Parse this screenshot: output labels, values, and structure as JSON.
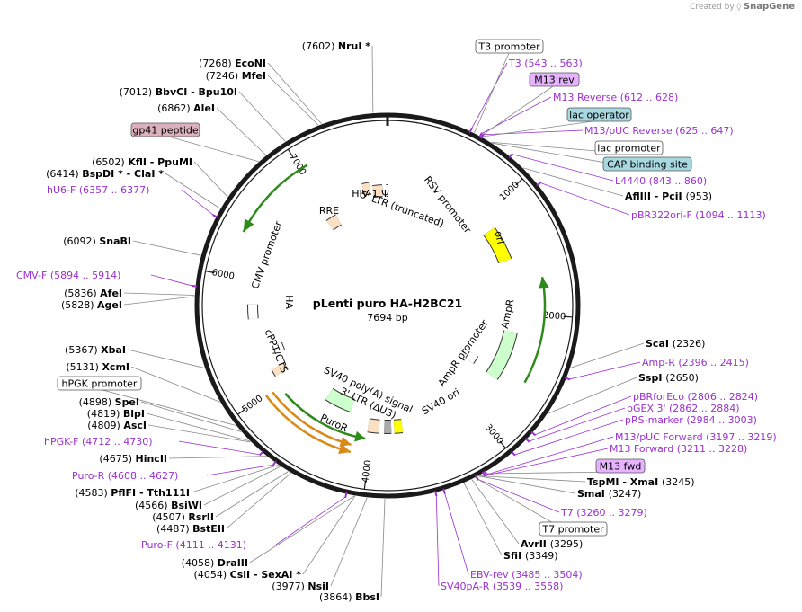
{
  "credit": {
    "prefix": "Created by",
    "brand": "SnapGene"
  },
  "plasmid": {
    "name": "pLenti puro HA-H2BC21",
    "size": "7694 bp"
  },
  "colors": {
    "enzyme": "#000000",
    "primer": "#9b30d0",
    "backbone": "#1a1a1a",
    "feature_peach": "#fce0c4",
    "feature_yellow": "#ffff00",
    "feature_green": "#ccffcc",
    "orf_green": "#2e8b1a",
    "orf_orange": "#d98a1a",
    "tag_purple": "#e6b3ff",
    "tag_blue": "#a8d8e0",
    "tag_pink": "#dcb0bc"
  },
  "ticks": [
    "1000",
    "2000",
    "3000",
    "4000",
    "5000",
    "6000",
    "7000"
  ],
  "features": [
    {
      "label": "RRE",
      "kind": "box"
    },
    {
      "label": "HIV-1 Ψ",
      "kind": "box"
    },
    {
      "label": "5' LTR (truncated)",
      "kind": "box"
    },
    {
      "label": "RSV promoter",
      "kind": "arrow"
    },
    {
      "label": "ori",
      "kind": "arrow"
    },
    {
      "label": "AmpR",
      "kind": "arrow"
    },
    {
      "label": "AmpR promoter",
      "kind": "arrow"
    },
    {
      "label": "SV40 ori",
      "kind": "box"
    },
    {
      "label": "SV40 poly(A) signal",
      "kind": "box"
    },
    {
      "label": "3' LTR (ΔU3)",
      "kind": "box"
    },
    {
      "label": "PuroR",
      "kind": "arrow"
    },
    {
      "label": "cPPT/CTS",
      "kind": "box"
    },
    {
      "label": "CMV promoter",
      "kind": "arrow"
    },
    {
      "label": "HA",
      "kind": "box"
    }
  ],
  "enzymes_left": [
    {
      "pos": "(7602)",
      "name": "NruI *"
    },
    {
      "pos": "(7268)",
      "name": "EcoNI"
    },
    {
      "pos": "(7246)",
      "name": "MfeI"
    },
    {
      "pos": "(7012)",
      "name": "BbvCI - Bpu10I"
    },
    {
      "pos": "(6862)",
      "name": "AleI"
    },
    {
      "pos": "(6502)",
      "name": "KflI - PpuMI"
    },
    {
      "pos": "(6414)",
      "name": "BspDI * - ClaI *"
    },
    {
      "pos": "(6092)",
      "name": "SnaBI"
    },
    {
      "pos": "(5836)",
      "name": "AfeI"
    },
    {
      "pos": "(5828)",
      "name": "AgeI"
    },
    {
      "pos": "(5367)",
      "name": "XbaI"
    },
    {
      "pos": "(5131)",
      "name": "XcmI"
    },
    {
      "pos": "(4898)",
      "name": "SpeI"
    },
    {
      "pos": "(4819)",
      "name": "BlpI"
    },
    {
      "pos": "(4809)",
      "name": "AscI"
    },
    {
      "pos": "(4675)",
      "name": "HincII"
    },
    {
      "pos": "(4583)",
      "name": "PflFI - Tth111I"
    },
    {
      "pos": "(4566)",
      "name": "BsiWI"
    },
    {
      "pos": "(4507)",
      "name": "RsrII"
    },
    {
      "pos": "(4487)",
      "name": "BstEII"
    },
    {
      "pos": "(4058)",
      "name": "DraIII"
    },
    {
      "pos": "(4054)",
      "name": "CsiI - SexAI *"
    },
    {
      "pos": "(3977)",
      "name": "NsiI"
    },
    {
      "pos": "(3864)",
      "name": "BbsI"
    }
  ],
  "enzymes_right": [
    {
      "name": "AflIII - PciI",
      "pos": "(953)"
    },
    {
      "name": "ScaI",
      "pos": "(2326)"
    },
    {
      "name": "SspI",
      "pos": "(2650)"
    },
    {
      "name": "TspMI - XmaI",
      "pos": "(3245)"
    },
    {
      "name": "SmaI",
      "pos": "(3247)"
    },
    {
      "name": "AvrII",
      "pos": "(3295)"
    },
    {
      "name": "SfiI",
      "pos": "(3349)"
    }
  ],
  "primers": [
    {
      "name": "T3",
      "range": "(543 .. 563)"
    },
    {
      "name": "M13 Reverse",
      "range": "(612 .. 628)"
    },
    {
      "name": "M13/pUC Reverse",
      "range": "(625 .. 647)"
    },
    {
      "name": "L4440",
      "range": "(843 .. 860)"
    },
    {
      "name": "pBR322ori-F",
      "range": "(1094 .. 1113)"
    },
    {
      "name": "Amp-R",
      "range": "(2396 .. 2415)"
    },
    {
      "name": "pBRforEco",
      "range": "(2806 .. 2824)"
    },
    {
      "name": "pGEX 3'",
      "range": "(2862 .. 2884)"
    },
    {
      "name": "pRS-marker",
      "range": "(2984 .. 3003)"
    },
    {
      "name": "M13/pUC Forward",
      "range": "(3197 .. 3219)"
    },
    {
      "name": "M13 Forward",
      "range": "(3211 .. 3228)"
    },
    {
      "name": "T7",
      "range": "(3260 .. 3279)"
    },
    {
      "name": "EBV-rev",
      "range": "(3485 .. 3504)"
    },
    {
      "name": "SV40pA-R",
      "range": "(3539 .. 3558)"
    },
    {
      "name": "Puro-F",
      "range": "(4111 .. 4131)"
    },
    {
      "name": "Puro-R",
      "range": "(4608 .. 4627)"
    },
    {
      "name": "hPGK-F",
      "range": "(4712 .. 4730)"
    },
    {
      "name": "CMV-F",
      "range": "(5894 .. 5914)"
    },
    {
      "name": "hU6-F",
      "range": "(6357 .. 6377)"
    }
  ],
  "boxed_labels": [
    {
      "name": "T3 promoter",
      "style": "white"
    },
    {
      "name": "M13 rev",
      "style": "purple"
    },
    {
      "name": "lac operator",
      "style": "blue"
    },
    {
      "name": "lac promoter",
      "style": "white"
    },
    {
      "name": "CAP binding site",
      "style": "blue"
    },
    {
      "name": "M13 fwd",
      "style": "purple"
    },
    {
      "name": "T7 promoter",
      "style": "white"
    },
    {
      "name": "hPGK promoter",
      "style": "white"
    },
    {
      "name": "gp41 peptide",
      "style": "pink"
    }
  ]
}
